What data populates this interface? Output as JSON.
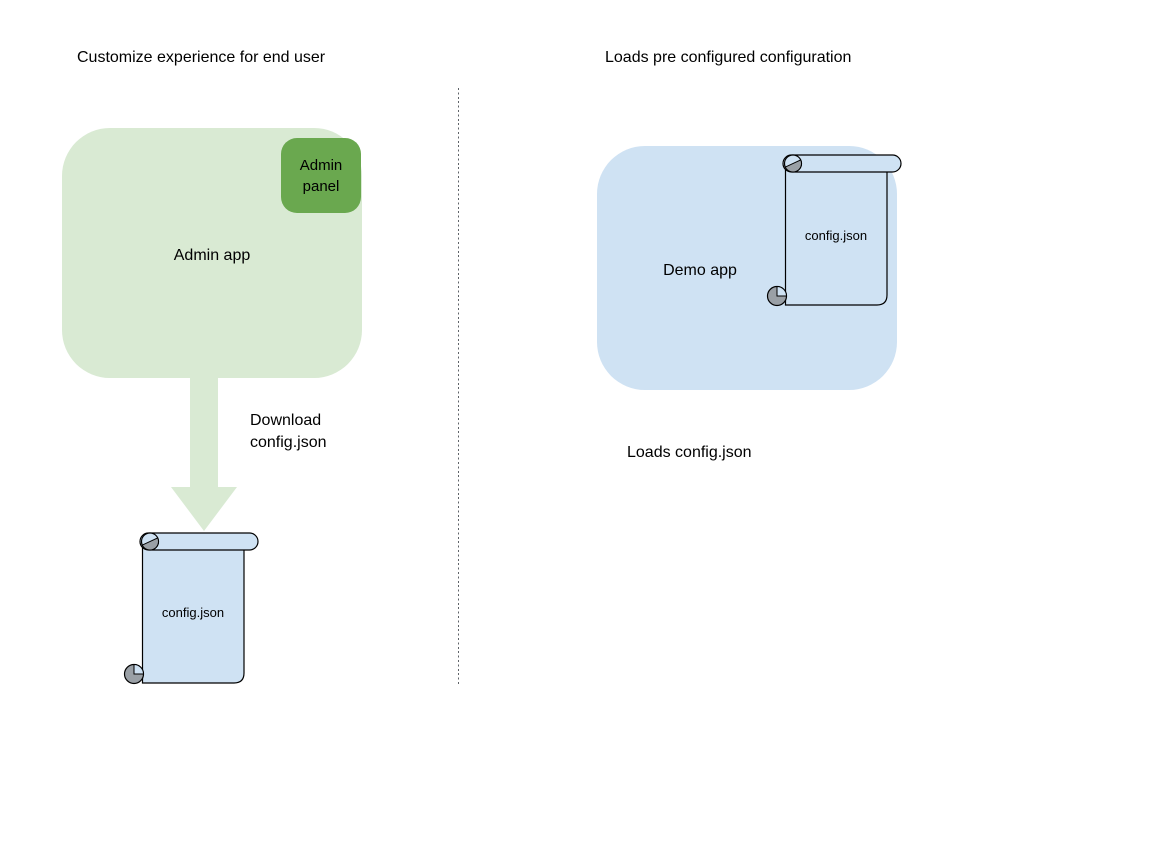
{
  "colors": {
    "light_green": "#d9ead3",
    "dark_green": "#6aa84f",
    "light_blue": "#cfe2f3",
    "scroll_gray": "#9aa0a6",
    "stroke": "#000000"
  },
  "left": {
    "title": "Customize experience for end user",
    "admin_app_label": "Admin app",
    "admin_panel_label": "Admin\npanel",
    "arrow_label": "Download\nconfig.json",
    "file_label": "config.json"
  },
  "right": {
    "title": "Loads pre configured configuration",
    "demo_app_label": "Demo app",
    "file_label": "config.json",
    "caption": "Loads config.json"
  }
}
